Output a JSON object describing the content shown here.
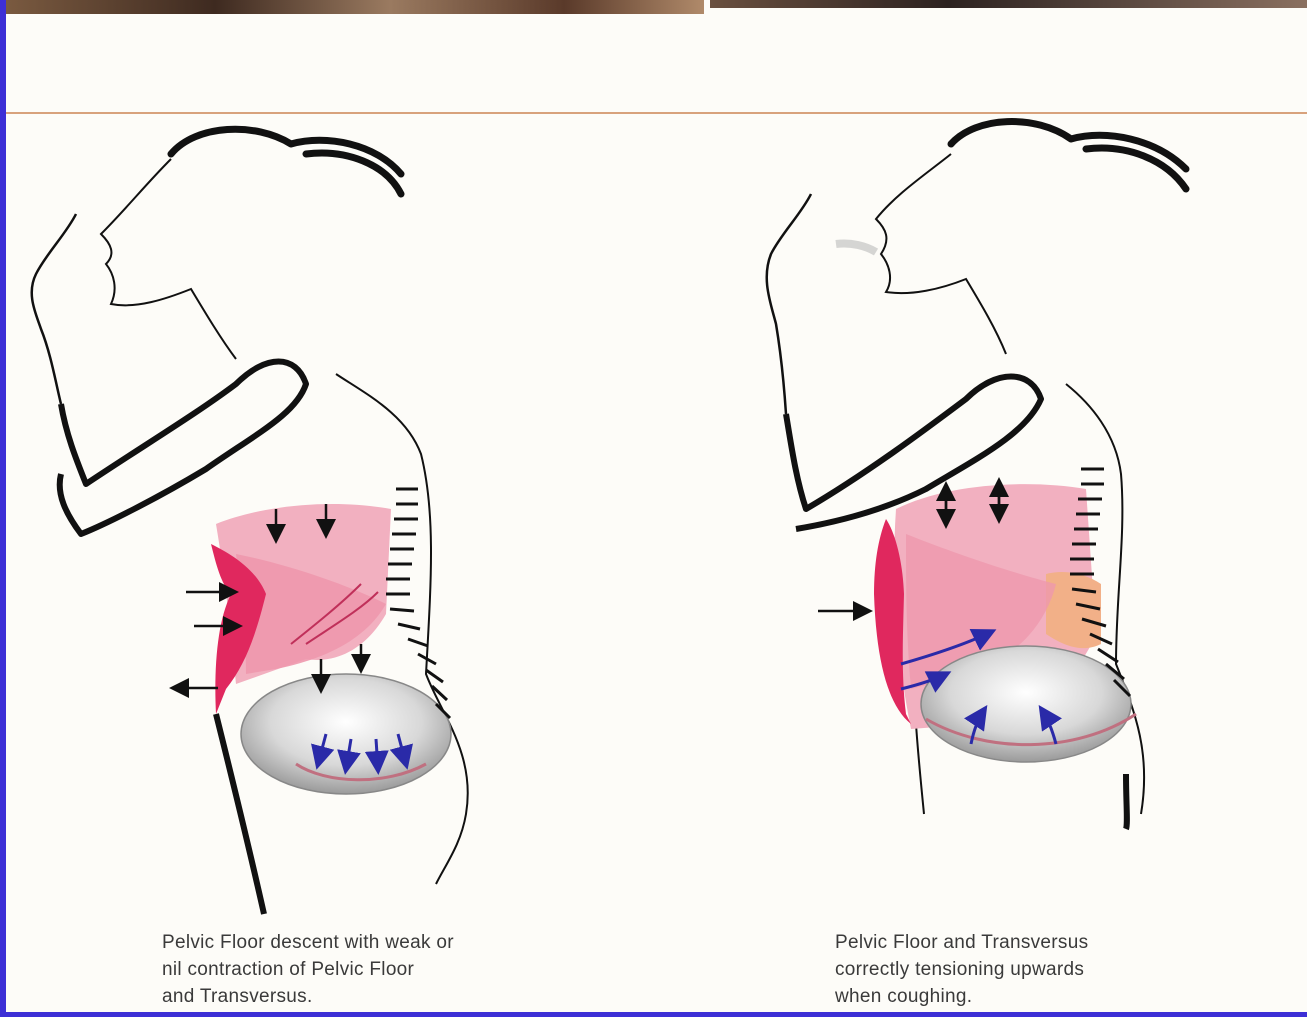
{
  "captions": {
    "left": {
      "line1": "Pelvic Floor descent with weak or",
      "line2": "nil contraction of Pelvic Floor",
      "line3": "and Transversus."
    },
    "right": {
      "line1": "Pelvic Floor and Transversus",
      "line2": "correctly tensioning upwards",
      "line3": "when coughing."
    }
  },
  "colors": {
    "frame": "#3d2fd6",
    "paper": "#fdfcf8",
    "outline": "#111111",
    "abdomen_pink": "#f2b0c0",
    "abdomen_magenta": "#e0285e",
    "spine_orange": "#f2b088",
    "pelvic_arrow_blue": "#2a2aa8"
  },
  "figures": [
    {
      "name": "weak-pelvic-floor-figure",
      "abdominal_arrows": 3,
      "diaphragm_arrows": "down",
      "pelvic_floor_arrows": "down"
    },
    {
      "name": "correct-tension-figure",
      "abdominal_arrows": 1,
      "diaphragm_arrows": "up-down",
      "pelvic_floor_arrows": "up"
    }
  ]
}
